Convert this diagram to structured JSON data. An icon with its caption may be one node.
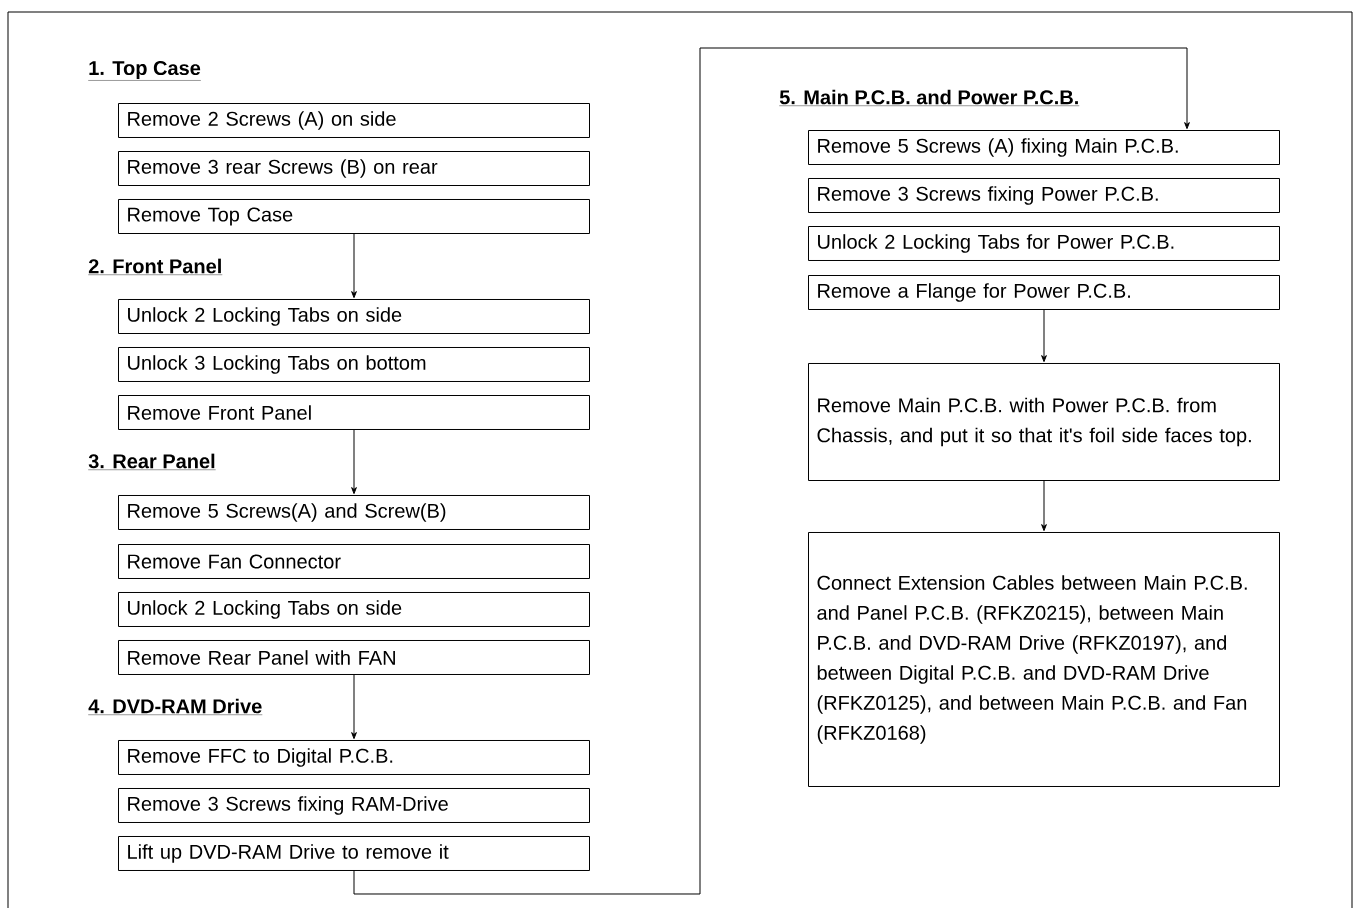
{
  "diagram": {
    "nodes": [
      {
        "text": [
          "Remove 2 Screws (A) on side"
        ]
      },
      {
        "text": [
          "Remove 3 rear Screws (B) on rear"
        ]
      },
      {
        "text": [
          "Remove Top Case"
        ]
      },
      {
        "text": [
          "Unlock 2 Locking Tabs on side"
        ]
      },
      {
        "text": [
          "Unlock 3 Locking Tabs on bottom"
        ]
      },
      {
        "text": [
          "Remove Front Panel"
        ]
      },
      {
        "text": [
          "Remove 5 Screws(A) and Screw(B)"
        ]
      },
      {
        "text": [
          "Remove Fan Connector"
        ]
      },
      {
        "text": [
          "Unlock 2 Locking Tabs on side"
        ]
      },
      {
        "text": [
          "Remove Rear Panel with FAN"
        ]
      },
      {
        "text": [
          "Remove FFC to Digital P.C.B."
        ]
      },
      {
        "text": [
          "Remove 3 Screws fixing RAM-Drive"
        ]
      },
      {
        "text": [
          "Lift up DVD-RAM Drive to remove it"
        ]
      },
      {
        "text": [
          "Remove 5 Screws (A) fixing Main P.C.B."
        ]
      },
      {
        "text": [
          "Remove 3 Screws fixing Power P.C.B."
        ]
      },
      {
        "text": [
          "Unlock 2 Locking Tabs for Power P.C.B."
        ]
      },
      {
        "text": [
          "Remove a Flange for Power P.C.B."
        ]
      },
      {
        "text": [
          "Remove Main P.C.B. with Power P.C.B. from Chassis, and put it so that it's foil side faces top."
        ]
      },
      {
        "text": [
          "Connect Extension Cables between Main P.C.B. and Panel P.C.B. (RFKZ0215), between Main P.C.B. and DVD-RAM Drive (RFKZ0197), and between Digital P.C.B. and DVD-RAM Drive (RFKZ0125), and between Main P.C.B. and Fan (RFKZ0168)"
        ]
      }
    ],
    "edges": [
      {
        "from": 2,
        "to": 3,
        "arrow": "to"
      },
      {
        "from": 5,
        "to": 6,
        "arrow": "to"
      },
      {
        "from": 9,
        "to": 10,
        "arrow": "to"
      },
      {
        "from": 12,
        "to": 13,
        "arrow": "to"
      },
      {
        "from": 16,
        "to": 17,
        "arrow": "to"
      },
      {
        "from": 17,
        "to": 18,
        "arrow": "to"
      }
    ],
    "labels": [
      "1. Top Case",
      "2. Front Panel",
      "3. Rear Panel",
      "4. DVD-RAM Drive",
      "5. Main P.C.B. and Power P.C.B."
    ]
  }
}
